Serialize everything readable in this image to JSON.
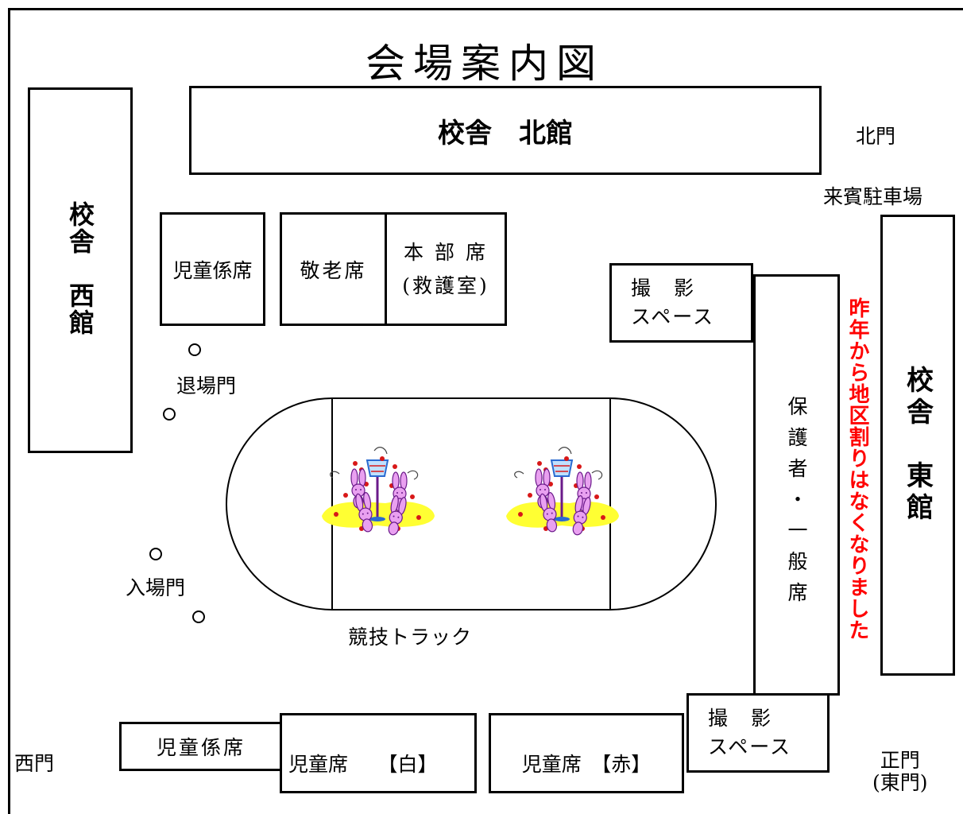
{
  "title": "会場案内図",
  "buildings": {
    "north": "校舎　北館",
    "west": "校舎　西館",
    "east": "校舎　東館"
  },
  "seating": {
    "child_staff_top": "児童係席",
    "elder": "敬老席",
    "hq_line1": "本 部 席",
    "hq_line2": "(救護室)",
    "photo_top_line1": "撮　影",
    "photo_top_line2": "スペース",
    "guardian": "保護者・一般席",
    "child_staff_bottom": "児童係席",
    "child_white": "児童席　　【白】",
    "child_red": "児童席　【赤】",
    "photo_bottom_line1": "撮　影",
    "photo_bottom_line2": "スペース"
  },
  "gates": {
    "north": "北門",
    "exit": "退場門",
    "entry": "入場門",
    "west": "西門",
    "main_line1": "正門",
    "main_line2": "(東門)"
  },
  "parking": "来賓駐車場",
  "track_label": "競技トラック",
  "notice": "昨年から地区割りはなくなりました",
  "colors": {
    "notice": "#ff0000",
    "ground_yellow": "#ffff33",
    "bunny": "#e9a0f0",
    "bunny_outline": "#6a1a8a",
    "ball_red": "#d81818",
    "basket_blue": "#2a6ad0"
  },
  "icons": {
    "gate_markers": "circle-icon",
    "track_illustration": "tamaire-bunny-illustration"
  }
}
